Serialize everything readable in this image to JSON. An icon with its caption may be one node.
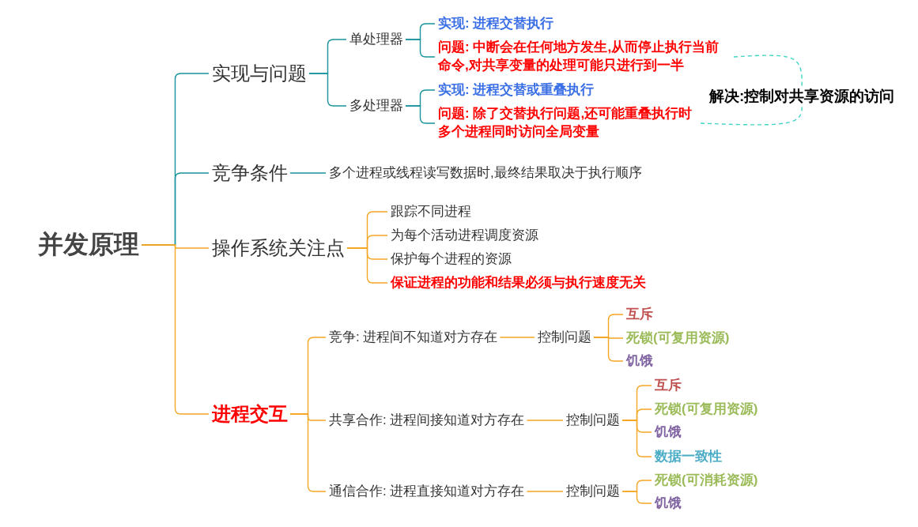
{
  "diagram": {
    "nodes": [
      {
        "text": [
          "并发原理"
        ]
      },
      {
        "text": [
          "实现与问题"
        ]
      },
      {
        "text": [
          "单处理器"
        ]
      },
      {
        "text": [
          "实现: 进程交替执行"
        ]
      },
      {
        "text": [
          "问题: 中断会在任何地方发生,从而停止执行当前命令,对共享变量的处理可能只进行到一半"
        ]
      },
      {
        "text": [
          "多处理器"
        ]
      },
      {
        "text": [
          "实现: 进程交替或重叠执行"
        ]
      },
      {
        "text": [
          "问题: 除了交替执行问题,还可能重叠执行时多个进程同时访问全局变量"
        ]
      },
      {
        "text": [
          "解决:控制对共享资源的访问"
        ]
      },
      {
        "text": [
          "竞争条件"
        ]
      },
      {
        "text": [
          "多个进程或线程读写数据时,最终结果取决于执行顺序"
        ]
      },
      {
        "text": [
          "操作系统关注点"
        ]
      },
      {
        "text": [
          "跟踪不同进程"
        ]
      },
      {
        "text": [
          "为每个活动进程调度资源"
        ]
      },
      {
        "text": [
          "保护每个进程的资源"
        ]
      },
      {
        "text": [
          "保证进程的功能和结果必须与执行速度无关"
        ]
      },
      {
        "text": [
          "进程交互"
        ]
      },
      {
        "text": [
          "竞争: 进程间不知道对方存在"
        ]
      },
      {
        "text": [
          "控制问题"
        ]
      },
      {
        "text": [
          "互斥"
        ]
      },
      {
        "text": [
          "死锁(可复用资源)"
        ]
      },
      {
        "text": [
          "饥饿"
        ]
      },
      {
        "text": [
          "共享合作: 进程间接知道对方存在"
        ]
      },
      {
        "text": [
          "控制问题"
        ]
      },
      {
        "text": [
          "互斥"
        ]
      },
      {
        "text": [
          "死锁(可复用资源)"
        ]
      },
      {
        "text": [
          "饥饿"
        ]
      },
      {
        "text": [
          "数据一致性"
        ]
      },
      {
        "text": [
          "通信合作: 进程直接知道对方存在"
        ]
      },
      {
        "text": [
          "控制问题"
        ]
      },
      {
        "text": [
          "死锁(可消耗资源)"
        ]
      },
      {
        "text": [
          "饥饿"
        ]
      }
    ],
    "edges": [
      {
        "from": 0,
        "to": 1,
        "arrow": "none",
        "color": "#17939c"
      },
      {
        "from": 0,
        "to": 9,
        "arrow": "none",
        "color": "#17939c"
      },
      {
        "from": 0,
        "to": 11,
        "arrow": "none"
      },
      {
        "from": 0,
        "to": 16,
        "arrow": "none"
      },
      {
        "from": 1,
        "to": 2,
        "arrow": "none",
        "color": "#17939c"
      },
      {
        "from": 1,
        "to": 5,
        "arrow": "none",
        "color": "#17939c"
      },
      {
        "from": 2,
        "to": 3,
        "arrow": "none",
        "color": "#17939c"
      },
      {
        "from": 2,
        "to": 4,
        "arrow": "none",
        "color": "#17939c"
      },
      {
        "from": 5,
        "to": 6,
        "arrow": "none",
        "color": "#17939c"
      },
      {
        "from": 5,
        "to": 7,
        "arrow": "none",
        "color": "#17939c"
      },
      {
        "from": 4,
        "to": 8,
        "arrow": "none",
        "style": "dashed",
        "color": "#3fd4c4"
      },
      {
        "from": 7,
        "to": 8,
        "arrow": "none",
        "style": "dashed",
        "color": "#3fd4c4"
      },
      {
        "from": 9,
        "to": 10,
        "arrow": "none",
        "color": "#17939c"
      },
      {
        "from": 11,
        "to": 12,
        "arrow": "none"
      },
      {
        "from": 11,
        "to": 13,
        "arrow": "none"
      },
      {
        "from": 11,
        "to": 14,
        "arrow": "none"
      },
      {
        "from": 11,
        "to": 15,
        "arrow": "none"
      },
      {
        "from": 16,
        "to": 17,
        "arrow": "none"
      },
      {
        "from": 16,
        "to": 22,
        "arrow": "none"
      },
      {
        "from": 16,
        "to": 28,
        "arrow": "none"
      },
      {
        "from": 17,
        "to": 18,
        "arrow": "none"
      },
      {
        "from": 18,
        "to": 19,
        "arrow": "none"
      },
      {
        "from": 18,
        "to": 20,
        "arrow": "none"
      },
      {
        "from": 18,
        "to": 21,
        "arrow": "none"
      },
      {
        "from": 22,
        "to": 23,
        "arrow": "none"
      },
      {
        "from": 23,
        "to": 24,
        "arrow": "none"
      },
      {
        "from": 23,
        "to": 25,
        "arrow": "none"
      },
      {
        "from": 23,
        "to": 26,
        "arrow": "none"
      },
      {
        "from": 23,
        "to": 27,
        "arrow": "none"
      },
      {
        "from": 28,
        "to": 29,
        "arrow": "none"
      },
      {
        "from": 29,
        "to": 30,
        "arrow": "none"
      },
      {
        "from": 29,
        "to": 31,
        "arrow": "none"
      }
    ]
  }
}
